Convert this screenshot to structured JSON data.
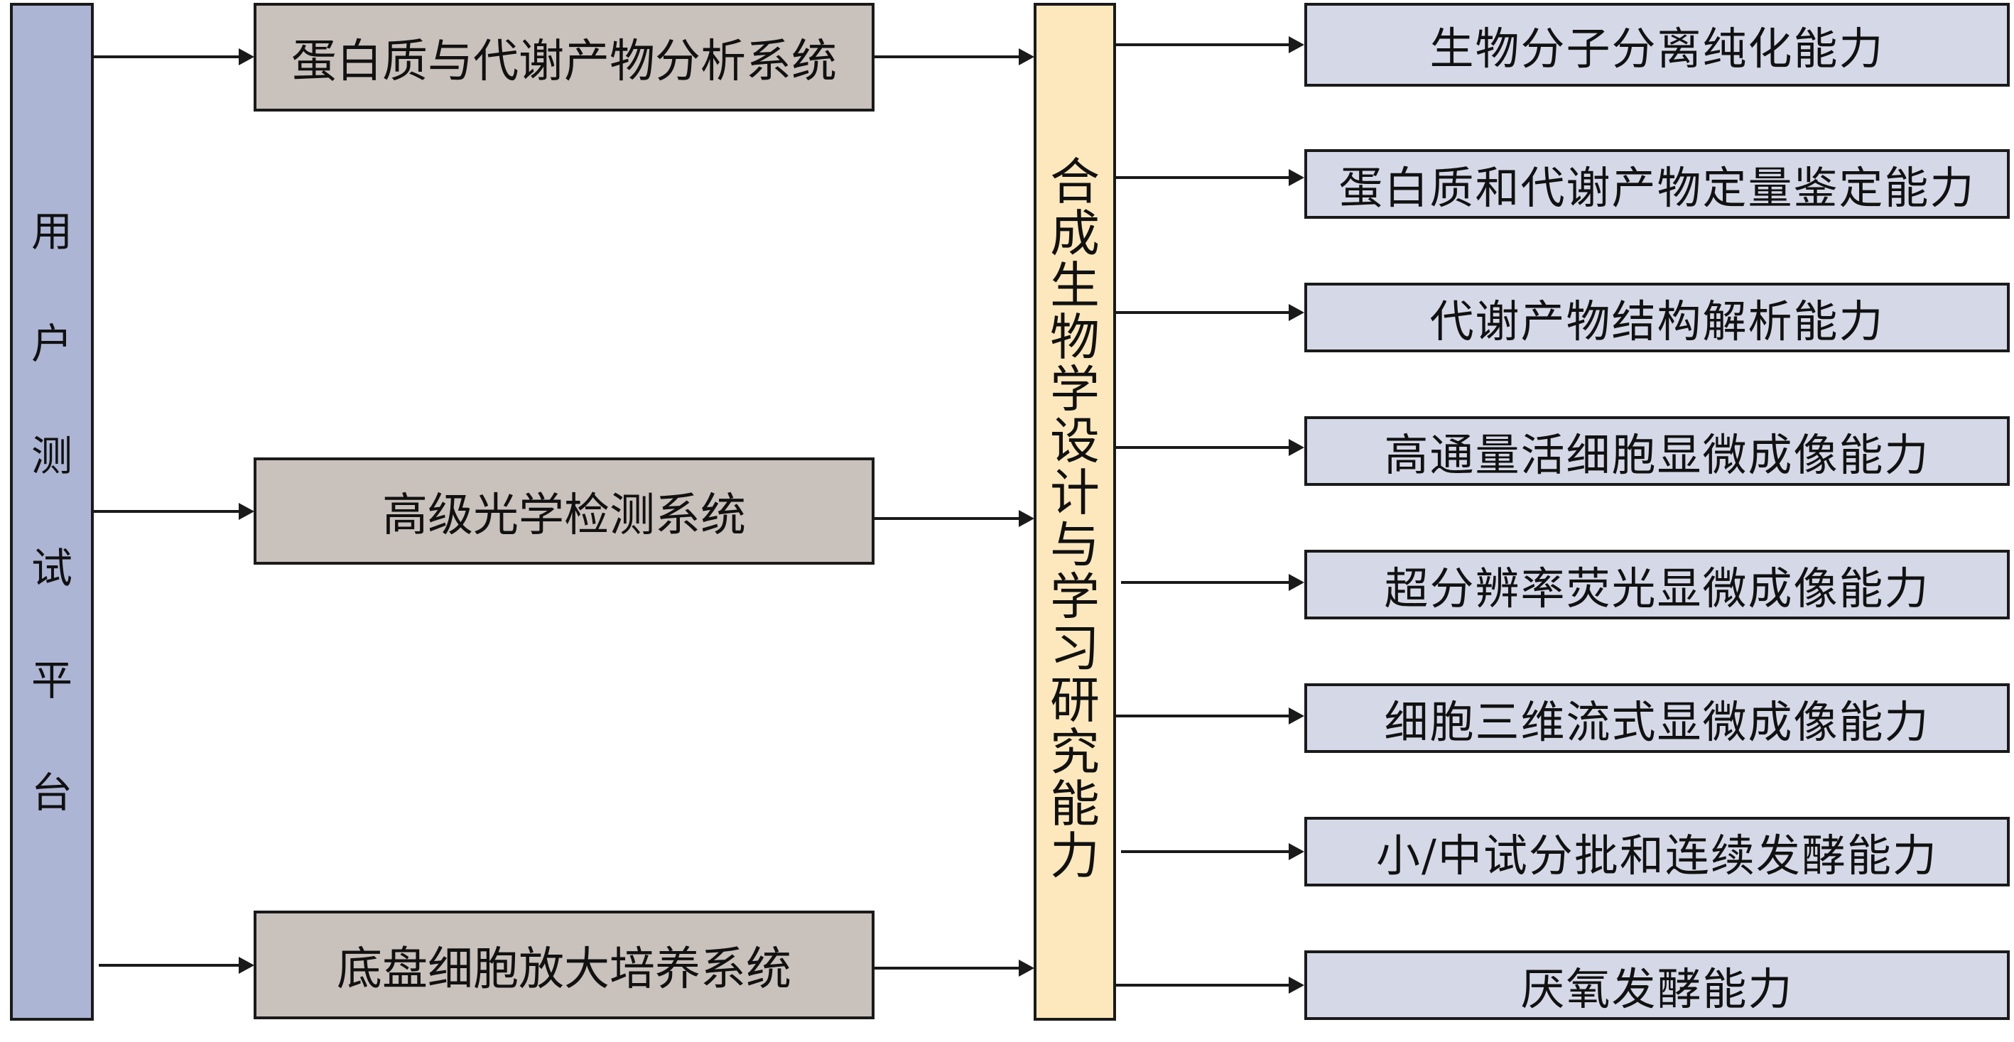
{
  "platform": {
    "label": "用户测试平台",
    "chars": [
      "用",
      "户",
      "测",
      "试",
      "平",
      "台"
    ],
    "color": "#adb5d4"
  },
  "systems": [
    {
      "label": "蛋白质与代谢产物分析系统"
    },
    {
      "label": "高级光学检测系统"
    },
    {
      "label": "底盘细胞放大培养系统"
    }
  ],
  "core": {
    "label": "合成生物学设计与学习研究能力",
    "chars": [
      "合",
      "成",
      "生",
      "物",
      "学",
      "设",
      "计",
      "与",
      "学",
      "习",
      "研",
      "究",
      "能",
      "力"
    ],
    "color": "#fce8bc"
  },
  "capabilities": [
    {
      "label": "生物分子分离纯化能力"
    },
    {
      "label": "蛋白质和代谢产物定量鉴定能力"
    },
    {
      "label": "代谢产物结构解析能力"
    },
    {
      "label": "高通量活细胞显微成像能力"
    },
    {
      "label": "超分辨率荧光显微成像能力"
    },
    {
      "label": "细胞三维流式显微成像能力"
    },
    {
      "label": "小/中试分批和连续发酵能力"
    },
    {
      "label": "厌氧发酵能力"
    }
  ],
  "colors": {
    "system_fill": "#c9c1bc",
    "capability_fill": "#d5d9e7",
    "border": "#1a1a1a",
    "arrow": "#1a1a1a"
  }
}
